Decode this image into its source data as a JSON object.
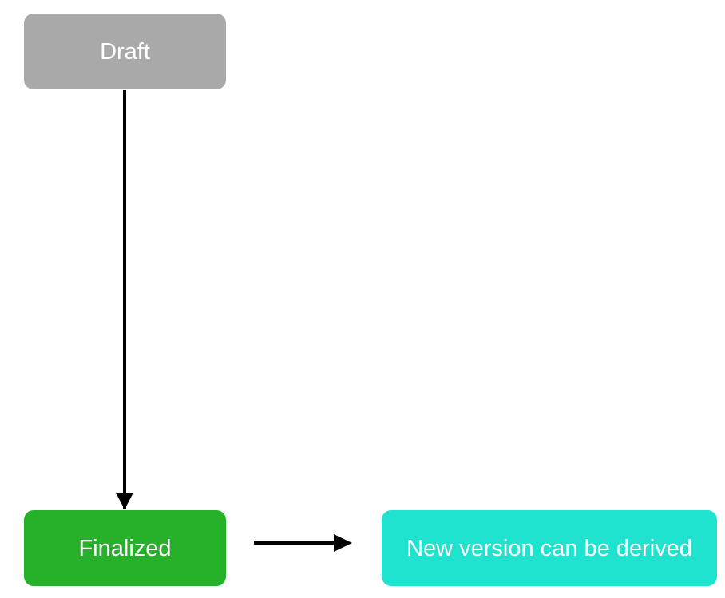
{
  "diagram": {
    "nodes": {
      "draft": {
        "label": "Draft",
        "color": "#a9a9a9"
      },
      "finalized": {
        "label": "Finalized",
        "color": "#27b12b"
      },
      "derived": {
        "label": "New version can be derived",
        "color": "#1fe3cf"
      }
    },
    "edges": [
      {
        "from": "draft",
        "to": "finalized"
      },
      {
        "from": "finalized",
        "to": "derived"
      }
    ],
    "edge_color": "#000000"
  }
}
